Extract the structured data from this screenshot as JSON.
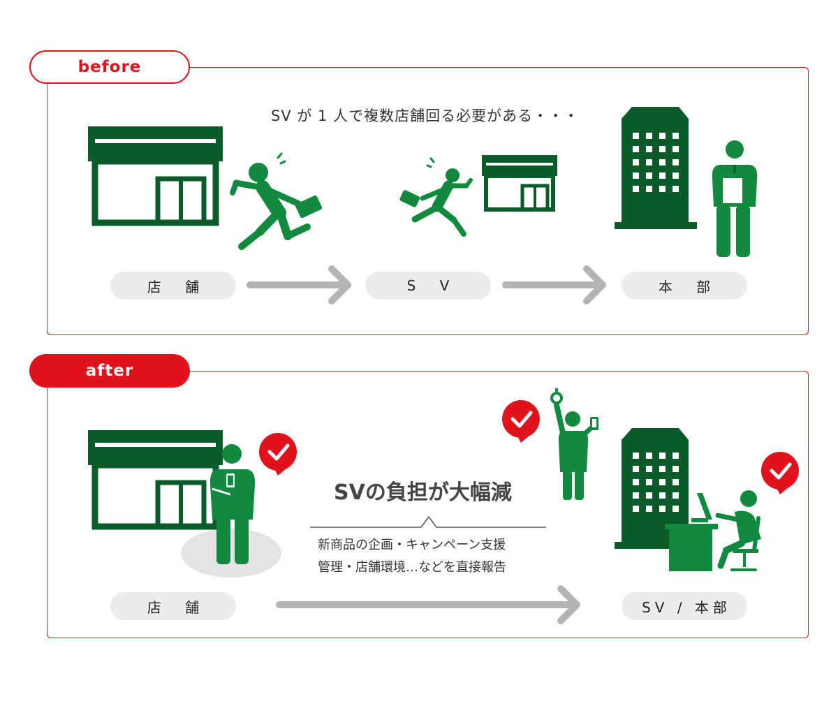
{
  "colors": {
    "accent_red": "#e0121e",
    "dark_green": "#0b5a2a",
    "green": "#11893e",
    "arrow_gray": "#b4b4b4",
    "pill_gray": "#ececec"
  },
  "before": {
    "tag": "before",
    "caption": "SV が 1 人で複数店舗回る必要がある・・・",
    "labels": {
      "store": "店 舗",
      "sv": "S V",
      "hq": "本 部"
    },
    "icons": [
      "store-icon",
      "running-businessman-icon",
      "building-icon",
      "standing-businessman-icon"
    ]
  },
  "after": {
    "tag": "after",
    "headline": "SVの負担が大幅減",
    "description_line1": "新商品の企画・キャンペーン支援",
    "description_line2": "管理・店舗環境…などを直接報告",
    "labels": {
      "store": "店 舗",
      "sv_hq": "SV / 本部"
    },
    "icons": [
      "store-icon",
      "businessman-with-phone-icon",
      "commuter-with-phone-icon",
      "building-icon",
      "office-worker-at-desk-icon",
      "check-bubble-icon"
    ]
  }
}
